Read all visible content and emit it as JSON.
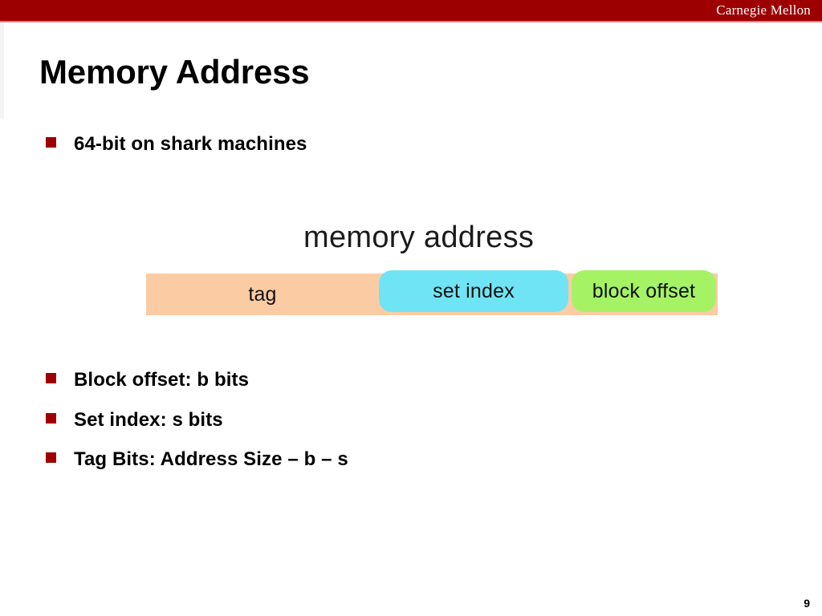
{
  "banner": {
    "brand": "Carnegie Mellon",
    "color": "#9D0000",
    "underline_color": "#D98282"
  },
  "slide": {
    "title": "Memory Address",
    "page_number": "9"
  },
  "intro_bullet": {
    "text": "64-bit on shark machines",
    "marker_color": "#9D0000"
  },
  "figure": {
    "caption": "memory address",
    "segments": [
      {
        "label": "tag",
        "color": "#FBCBA4"
      },
      {
        "label": "set index",
        "color": "#6FE4F5"
      },
      {
        "label": "block offset",
        "color": "#A5F364"
      }
    ]
  },
  "bullets": [
    {
      "text": "Block offset:  b bits"
    },
    {
      "text": "Set index:  s bits"
    },
    {
      "text": "Tag Bits: Address Size – b – s"
    }
  ]
}
